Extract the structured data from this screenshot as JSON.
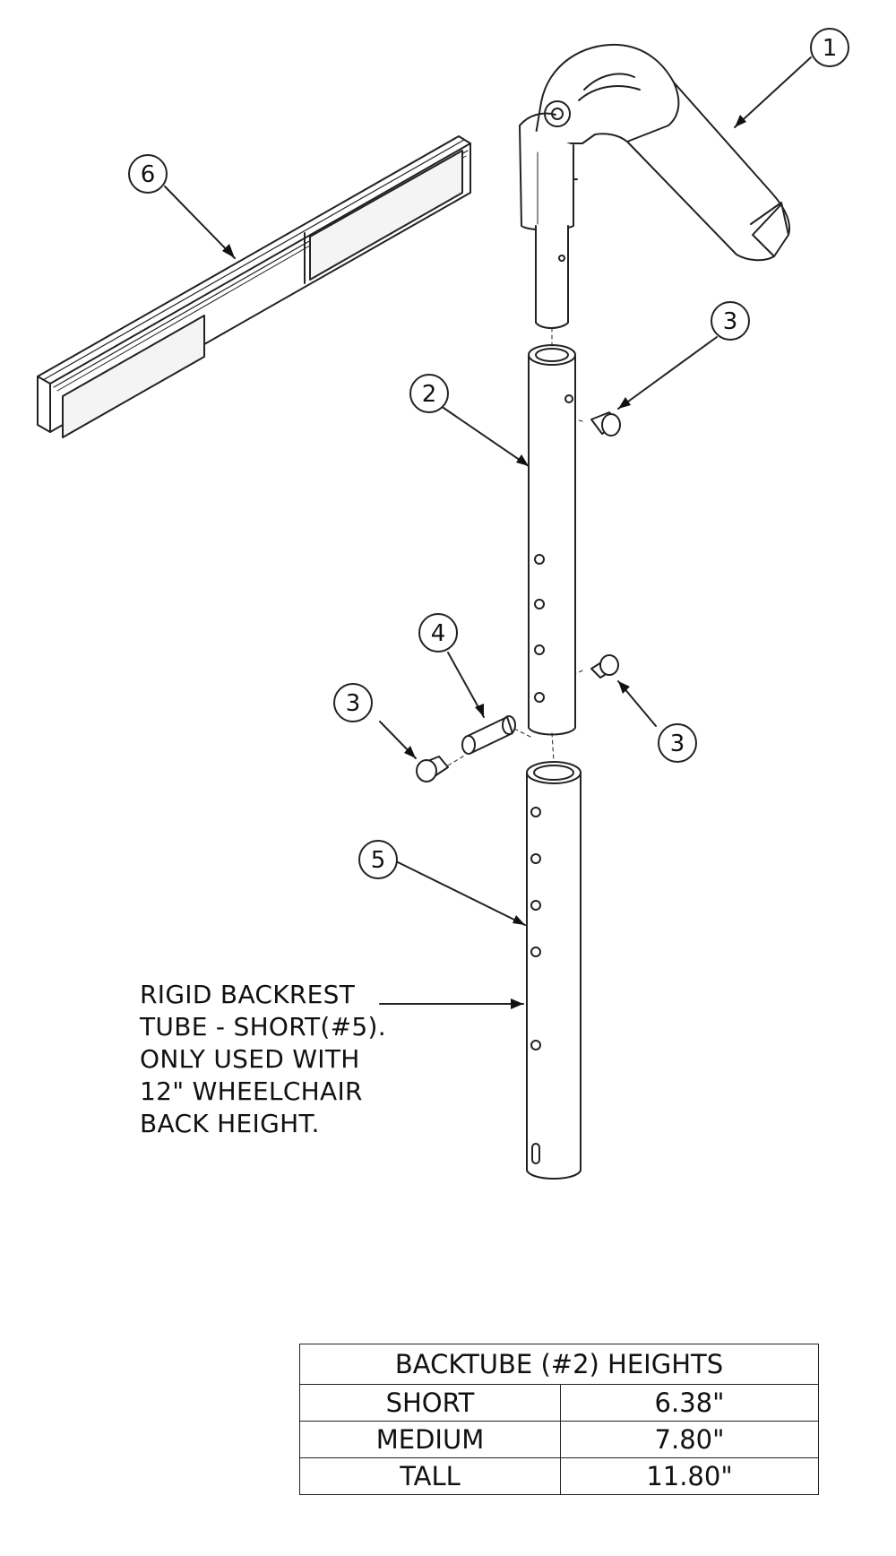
{
  "callouts": {
    "c1": "1",
    "c2": "2",
    "c3a": "3",
    "c3b": "3",
    "c3c": "3",
    "c4": "4",
    "c5": "5",
    "c6": "6"
  },
  "note": {
    "lines": [
      "RIGID BACKREST",
      "TUBE - SHORT(#5).",
      "ONLY USED WITH",
      "12\" WHEELCHAIR",
      "BACK HEIGHT."
    ]
  },
  "heights_table": {
    "title": "BACKTUBE (#2) HEIGHTS",
    "rows": [
      {
        "size": "SHORT",
        "height": "6.38\""
      },
      {
        "size": "MEDIUM",
        "height": "7.80\""
      },
      {
        "size": "TALL",
        "height": "11.80\""
      }
    ]
  }
}
